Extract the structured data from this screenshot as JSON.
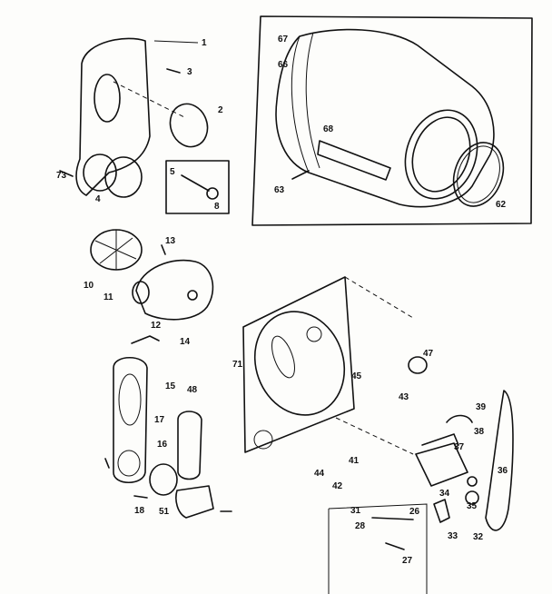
{
  "callouts": [
    "1",
    "2",
    "3",
    "4",
    "5",
    "8",
    "73",
    "67",
    "66",
    "68",
    "63",
    "62",
    "10",
    "13",
    "11",
    "12",
    "14",
    "15",
    "17",
    "16",
    "18",
    "51",
    "48",
    "71",
    "47",
    "45",
    "43",
    "39",
    "38",
    "37",
    "36",
    "35",
    "34",
    "33",
    "32",
    "31",
    "28",
    "26",
    "27",
    "44",
    "42",
    "41"
  ],
  "colors": {
    "ink": "#111111",
    "paper": "#fdfdfb"
  }
}
